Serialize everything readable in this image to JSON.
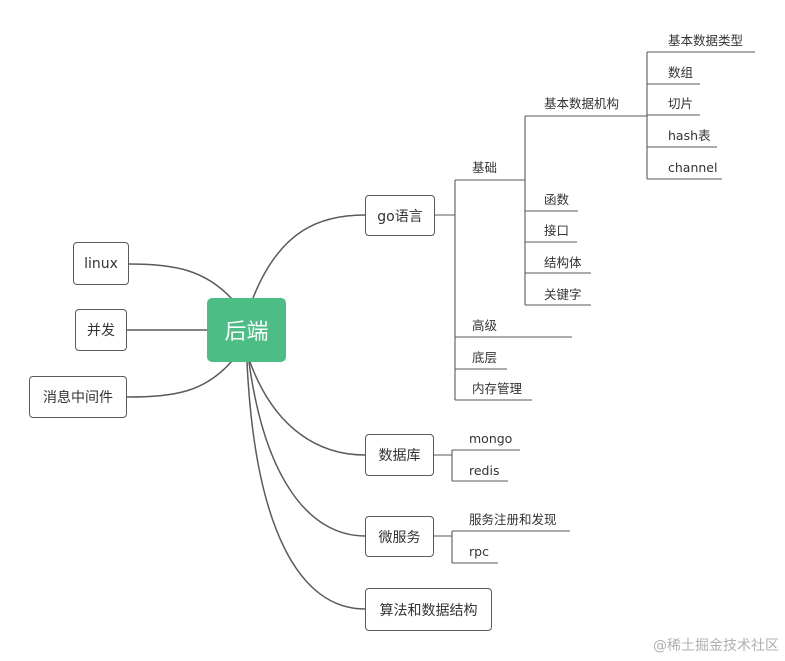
{
  "root": {
    "label": "后端"
  },
  "left_nodes": {
    "linux": "linux",
    "concurrency": "并发",
    "mq": "消息中间件"
  },
  "right_nodes": {
    "go": "go语言",
    "db": "数据库",
    "micro": "微服务",
    "algo": "算法和数据结构"
  },
  "go": {
    "basics": "基础",
    "basic_ds": "基本数据机构",
    "basic_ds_items": [
      "基本数据类型",
      "数组",
      "切片",
      "hash表",
      "channel"
    ],
    "func": "函数",
    "iface": "接口",
    "struct": "结构体",
    "keywords": "关键字",
    "advanced": "高级",
    "lowlevel": "底层",
    "memory": "内存管理"
  },
  "db": {
    "items": [
      "mongo",
      "redis"
    ]
  },
  "micro": {
    "items": [
      "服务注册和发现",
      "rpc"
    ]
  },
  "watermark": "@稀土掘金技术社区",
  "colors": {
    "root_fill": "#4dbd86",
    "line": "#5a5a5a",
    "text": "#333333"
  }
}
